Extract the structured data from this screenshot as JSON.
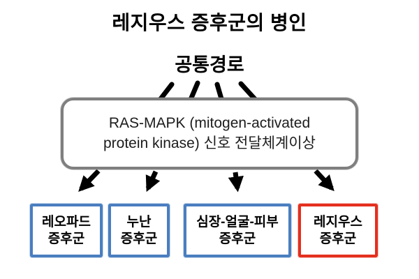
{
  "diagram": {
    "title": "레지우스 증후군의 병인",
    "common_pathway_label": "공통경로",
    "central_box": {
      "line1": "RAS-MAPK (mitogen-activated",
      "line2": "protein kinase) 신호 전달체계이상",
      "border_color": "#7f7f7f"
    },
    "syndrome_boxes": [
      {
        "line1": "레오파드",
        "line2": "증후군",
        "border_color": "#4a7ebf"
      },
      {
        "line1": "누난",
        "line2": "증후군",
        "border_color": "#4a7ebf"
      },
      {
        "line1": "심장-얼굴-피부",
        "line2": "증후군",
        "border_color": "#4a7ebf"
      },
      {
        "line1": "레지우스",
        "line2": "증후군",
        "border_color": "#e42f1e"
      }
    ],
    "colors": {
      "background": "#ffffff",
      "text": "#000000",
      "central_box_border": "#7f7f7f",
      "blue_box_border": "#4a7ebf",
      "red_box_border": "#e42f1e",
      "arrow": "#000000"
    }
  }
}
